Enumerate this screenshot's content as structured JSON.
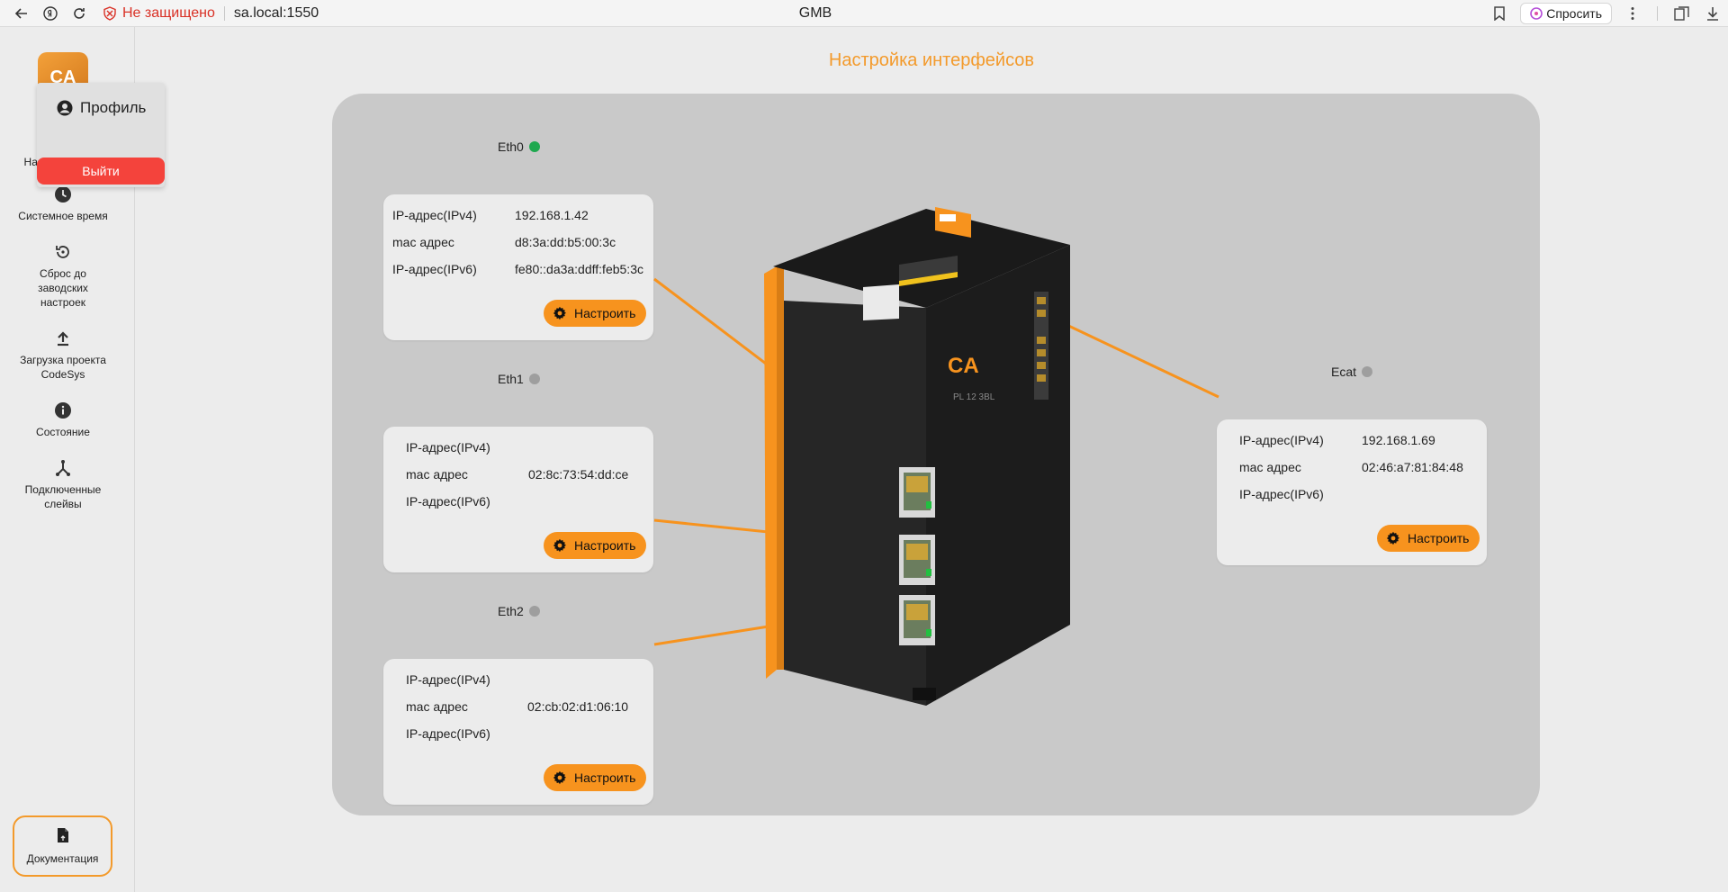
{
  "browser": {
    "security_label": "Не защищено",
    "url": "sa.local:1550",
    "tab_title": "GMB",
    "ask_label": "Спросить"
  },
  "sidebar": {
    "items": [
      {
        "label": "Настройка сети",
        "icon": "network-icon"
      },
      {
        "label": "Системное время",
        "icon": "clock-icon"
      },
      {
        "label": "Сброс до заводских настроек",
        "icon": "reset-icon"
      },
      {
        "label": "Загрузка проекта CodeSys",
        "icon": "upload-icon"
      },
      {
        "label": "Состояние",
        "icon": "info-icon"
      },
      {
        "label": "Подключенные слейвы",
        "icon": "hub-icon"
      }
    ],
    "docs_label": "Документация",
    "logo_text": "CA"
  },
  "popup": {
    "profile_label": "Профиль",
    "logout_label": "Выйти"
  },
  "page": {
    "title": "Настройка интерфейсов"
  },
  "field_labels": {
    "ipv4": "IP-адрес(IPv4)",
    "mac": "mac адрес",
    "ipv6": "IP-адрес(IPv6)"
  },
  "configure_label": "Настроить",
  "colors": {
    "accent": "#f7931e",
    "status_up": "#1fa84f",
    "status_down": "#9e9e9e",
    "logout": "#f4433c"
  },
  "interfaces": {
    "eth0": {
      "name": "Eth0",
      "status": "up",
      "ipv4": "192.168.1.42",
      "mac": "d8:3a:dd:b5:00:3c",
      "ipv6": "fe80::da3a:ddff:feb5:3c"
    },
    "eth1": {
      "name": "Eth1",
      "status": "down",
      "ipv4": "",
      "mac": "02:8c:73:54:dd:ce",
      "ipv6": ""
    },
    "eth2": {
      "name": "Eth2",
      "status": "down",
      "ipv4": "",
      "mac": "02:cb:02:d1:06:10",
      "ipv6": ""
    },
    "ecat": {
      "name": "Ecat",
      "status": "down",
      "ipv4": "192.168.1.69",
      "mac": "02:46:a7:81:84:48",
      "ipv6": ""
    }
  },
  "device": {
    "logo_text": "CA",
    "model_text": "PL 12 3BL"
  }
}
